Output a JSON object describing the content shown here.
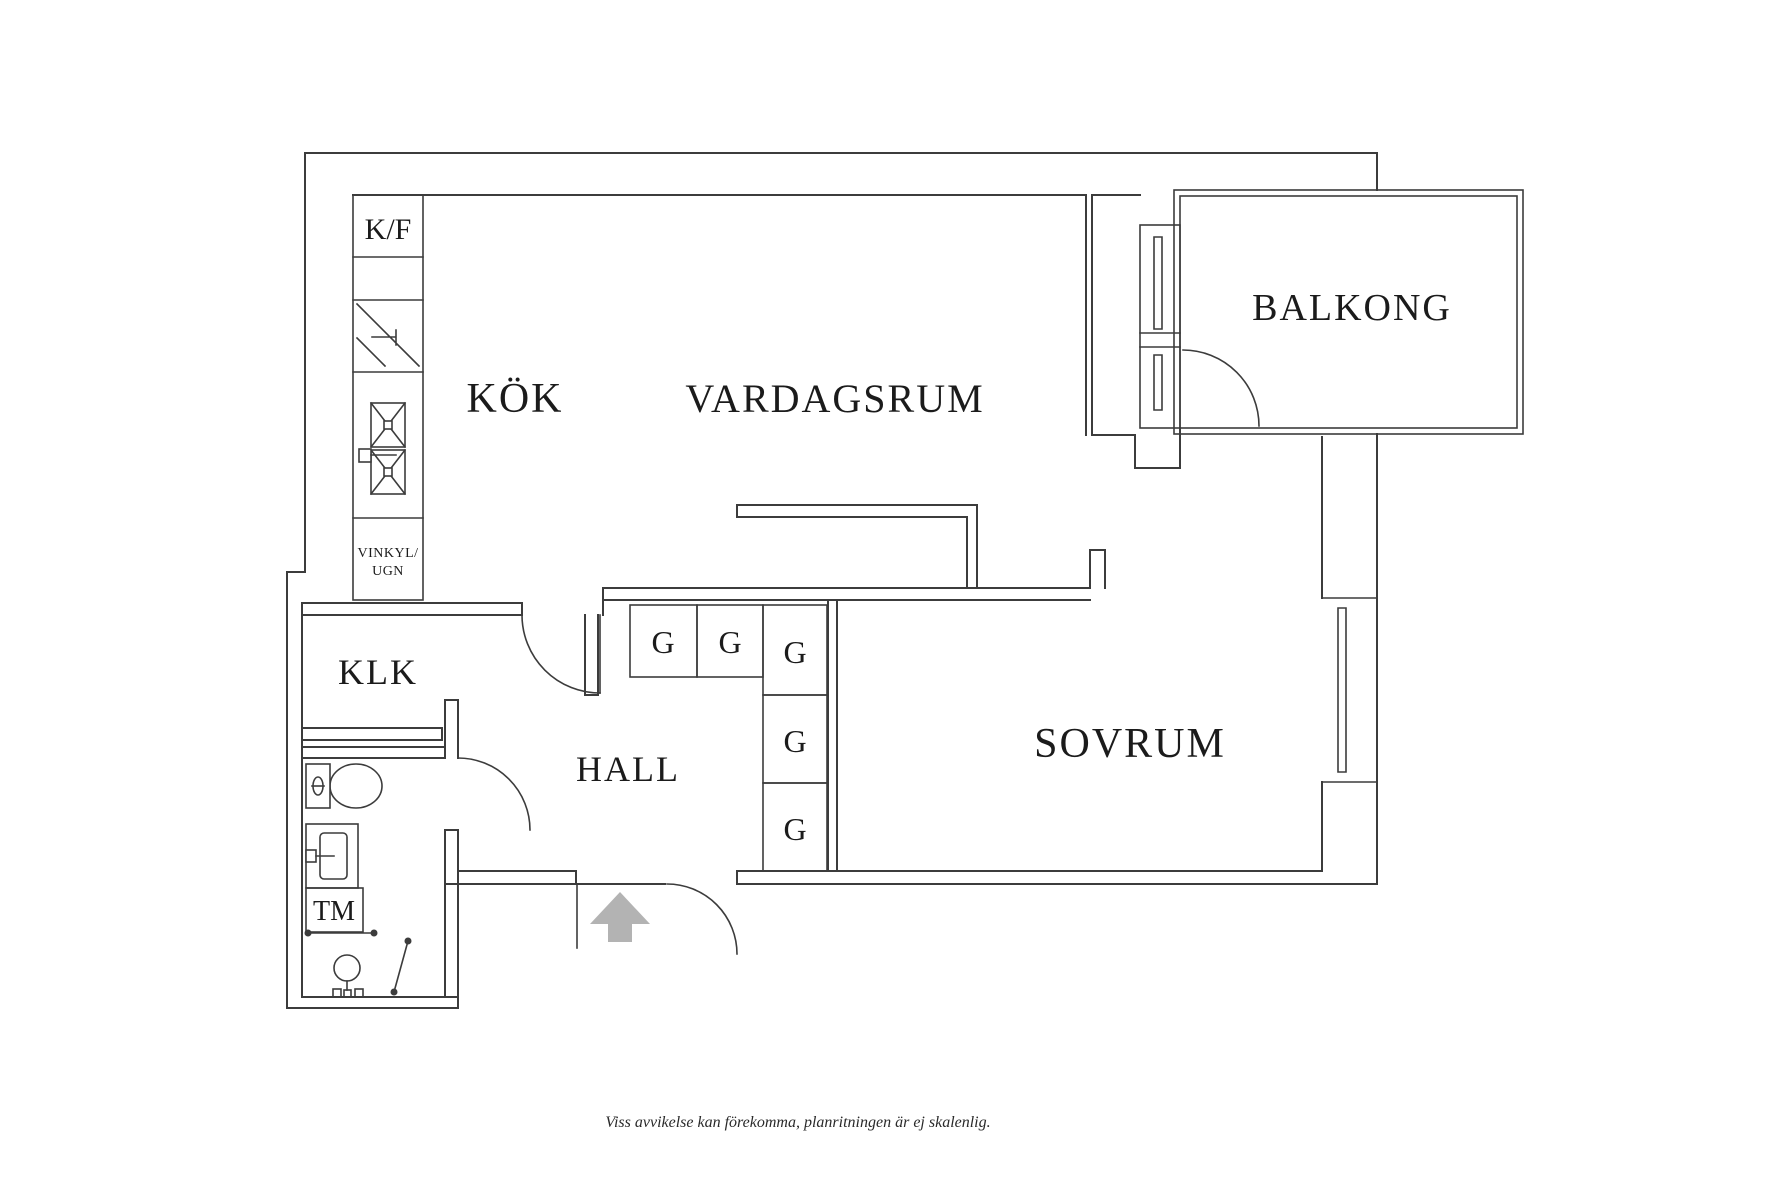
{
  "floor_plan": {
    "rooms": {
      "kitchen": "KÖK",
      "living_room": "VARDAGSRUM",
      "balcony": "BALKONG",
      "bedroom": "SOVRUM",
      "hall": "HALL",
      "closet": "KLK"
    },
    "fixtures": {
      "fridge_freezer": "K/F",
      "wine_fridge_oven_line1": "VINKYL/",
      "wine_fridge_oven_line2": "UGN",
      "washing_machine": "TM"
    },
    "wardrobe_labels": [
      "G",
      "G",
      "G",
      "G",
      "G"
    ],
    "caption": "Viss avvikelse kan förekomma, planritningen är ej skalenlig.",
    "colors": {
      "line": "#3c3c3c",
      "text": "#1b1b1b",
      "entrance_arrow": "#b3b3b3",
      "background": "#ffffff"
    }
  }
}
